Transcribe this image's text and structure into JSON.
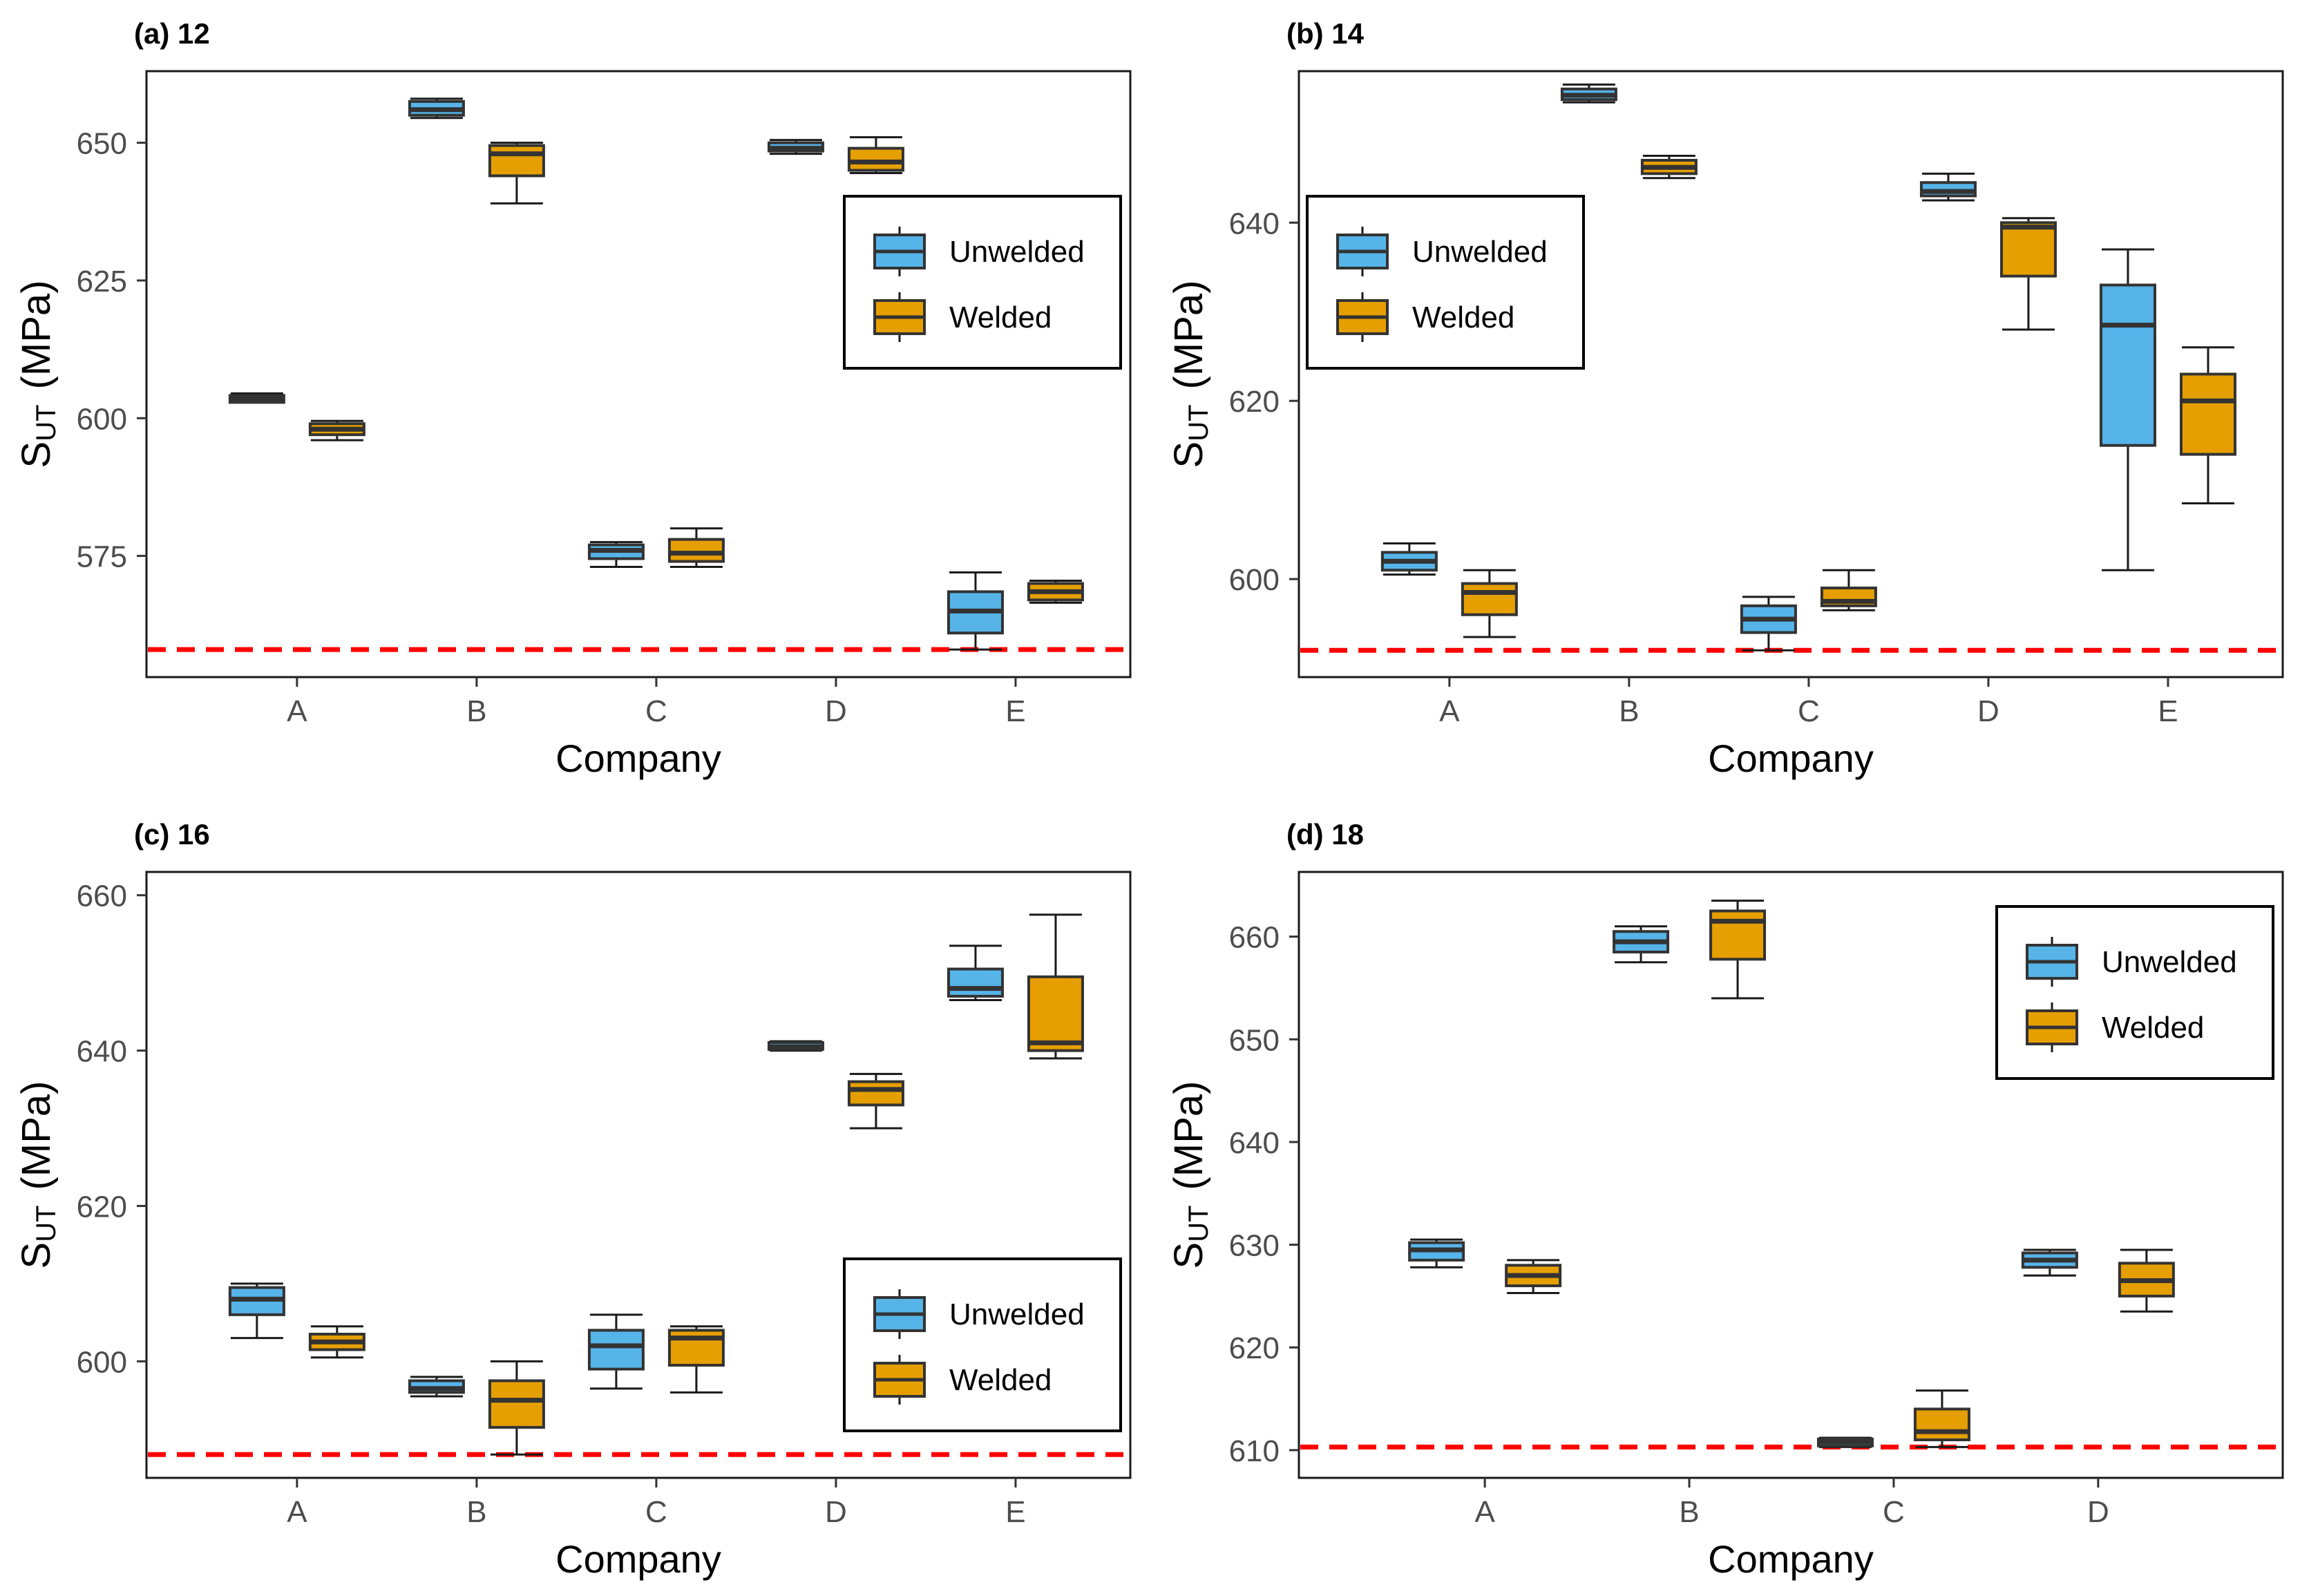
{
  "colors": {
    "unwelded": "#56B4E9",
    "welded": "#E69F00",
    "box_stroke": "#333333",
    "threshold_line": "#FF0000",
    "axis_text": "#4D4D4D"
  },
  "chart_data": [
    {
      "type": "box",
      "panel_title": "(a) 12",
      "xlabel": "Company",
      "ylabel": "S",
      "ylabel_subscript": "UT",
      "ylabel_unit": "(MPa)",
      "categories": [
        "A",
        "B",
        "C",
        "D",
        "E"
      ],
      "ylim": [
        553,
        663
      ],
      "yticks": [
        575,
        600,
        625,
        650
      ],
      "threshold": 558,
      "legend": {
        "placement": "right-middle",
        "entries": [
          "Unwelded",
          "Welded"
        ]
      },
      "series": [
        {
          "name": "Unwelded",
          "boxes": [
            {
              "min": 603,
              "q1": 603,
              "median": 603.5,
              "q3": 604,
              "max": 604.5
            },
            {
              "min": 654.5,
              "q1": 655,
              "median": 656,
              "q3": 657.5,
              "max": 658
            },
            {
              "min": 573,
              "q1": 574.5,
              "median": 576,
              "q3": 577,
              "max": 577.5
            },
            {
              "min": 648,
              "q1": 648.5,
              "median": 649,
              "q3": 650,
              "max": 650.5
            },
            {
              "min": 558,
              "q1": 561,
              "median": 565,
              "q3": 568.5,
              "max": 572
            }
          ]
        },
        {
          "name": "Welded",
          "boxes": [
            {
              "min": 596,
              "q1": 597,
              "median": 598,
              "q3": 599,
              "max": 599.5
            },
            {
              "min": 639,
              "q1": 644,
              "median": 648,
              "q3": 649.5,
              "max": 650
            },
            {
              "min": 573,
              "q1": 574,
              "median": 575.5,
              "q3": 578,
              "max": 580
            },
            {
              "min": 644.5,
              "q1": 645,
              "median": 646.5,
              "q3": 649,
              "max": 651
            },
            {
              "min": 566.5,
              "q1": 567,
              "median": 568.5,
              "q3": 570,
              "max": 570.5
            }
          ]
        }
      ]
    },
    {
      "type": "box",
      "panel_title": "(b) 14",
      "xlabel": "Company",
      "ylabel": "S",
      "ylabel_subscript": "UT",
      "ylabel_unit": "(MPa)",
      "categories": [
        "A",
        "B",
        "C",
        "D",
        "E"
      ],
      "ylim": [
        589,
        657
      ],
      "yticks": [
        600,
        620,
        640
      ],
      "threshold": 592,
      "legend": {
        "placement": "left-middle",
        "entries": [
          "Unwelded",
          "Welded"
        ]
      },
      "series": [
        {
          "name": "Unwelded",
          "boxes": [
            {
              "min": 600.5,
              "q1": 601,
              "median": 602,
              "q3": 603,
              "max": 604
            },
            {
              "min": 653.5,
              "q1": 653.8,
              "median": 654.3,
              "q3": 655,
              "max": 655.5
            },
            {
              "min": 592,
              "q1": 594,
              "median": 595.5,
              "q3": 597,
              "max": 598
            },
            {
              "min": 642.5,
              "q1": 643,
              "median": 643.5,
              "q3": 644.5,
              "max": 645.5
            },
            {
              "min": 601,
              "q1": 615,
              "median": 628.5,
              "q3": 633,
              "max": 637
            }
          ]
        },
        {
          "name": "Welded",
          "boxes": [
            {
              "min": 593.5,
              "q1": 596,
              "median": 598.5,
              "q3": 599.5,
              "max": 601
            },
            {
              "min": 645,
              "q1": 645.5,
              "median": 646.2,
              "q3": 647,
              "max": 647.5
            },
            {
              "min": 596.5,
              "q1": 597,
              "median": 597.5,
              "q3": 599,
              "max": 601
            },
            {
              "min": 628,
              "q1": 634,
              "median": 639.5,
              "q3": 640,
              "max": 640.5
            },
            {
              "min": 608.5,
              "q1": 614,
              "median": 620,
              "q3": 623,
              "max": 626
            }
          ]
        }
      ]
    },
    {
      "type": "box",
      "panel_title": "(c) 16",
      "xlabel": "Company",
      "ylabel": "S",
      "ylabel_subscript": "UT",
      "ylabel_unit": "(MPa)",
      "categories": [
        "A",
        "B",
        "C",
        "D",
        "E"
      ],
      "ylim": [
        585,
        663
      ],
      "yticks": [
        600,
        620,
        640,
        660
      ],
      "threshold": 588,
      "legend": {
        "placement": "bottom-right",
        "entries": [
          "Unwelded",
          "Welded"
        ]
      },
      "series": [
        {
          "name": "Unwelded",
          "boxes": [
            {
              "min": 603,
              "q1": 606,
              "median": 608,
              "q3": 609.5,
              "max": 610
            },
            {
              "min": 595.5,
              "q1": 596,
              "median": 596.5,
              "q3": 597.5,
              "max": 598
            },
            {
              "min": 596.5,
              "q1": 599,
              "median": 602,
              "q3": 604,
              "max": 606
            },
            {
              "min": 640,
              "q1": 640.2,
              "median": 640.5,
              "q3": 641,
              "max": 641.2
            },
            {
              "min": 646.5,
              "q1": 647,
              "median": 648,
              "q3": 650.5,
              "max": 653.5
            }
          ]
        },
        {
          "name": "Welded",
          "boxes": [
            {
              "min": 600.5,
              "q1": 601.5,
              "median": 602.5,
              "q3": 603.5,
              "max": 604.5
            },
            {
              "min": 588,
              "q1": 591.5,
              "median": 595,
              "q3": 597.5,
              "max": 600
            },
            {
              "min": 596,
              "q1": 599.5,
              "median": 603,
              "q3": 604,
              "max": 604.5
            },
            {
              "min": 630,
              "q1": 633,
              "median": 635,
              "q3": 636,
              "max": 637
            },
            {
              "min": 639,
              "q1": 640,
              "median": 641,
              "q3": 649.5,
              "max": 657.5
            }
          ]
        }
      ]
    },
    {
      "type": "box",
      "panel_title": "(d) 18",
      "xlabel": "Company",
      "ylabel": "S",
      "ylabel_subscript": "UT",
      "ylabel_unit": "(MPa)",
      "categories": [
        "A",
        "B",
        "C",
        "D"
      ],
      "ylim": [
        607.3,
        666.3
      ],
      "yticks": [
        610,
        620,
        630,
        640,
        650,
        660
      ],
      "threshold": 610.3,
      "legend": {
        "placement": "top-right",
        "entries": [
          "Unwelded",
          "Welded"
        ]
      },
      "series": [
        {
          "name": "Unwelded",
          "boxes": [
            {
              "min": 627.8,
              "q1": 628.5,
              "median": 629.5,
              "q3": 630.2,
              "max": 630.5
            },
            {
              "min": 657.5,
              "q1": 658.5,
              "median": 659.5,
              "q3": 660.5,
              "max": 661
            },
            {
              "min": 610.3,
              "q1": 610.5,
              "median": 610.8,
              "q3": 611,
              "max": 611.2
            },
            {
              "min": 627,
              "q1": 627.8,
              "median": 628.5,
              "q3": 629.2,
              "max": 629.5
            }
          ]
        },
        {
          "name": "Welded",
          "boxes": [
            {
              "min": 625.3,
              "q1": 626,
              "median": 627,
              "q3": 628,
              "max": 628.5
            },
            {
              "min": 654,
              "q1": 657.8,
              "median": 661.5,
              "q3": 662.5,
              "max": 663.5
            },
            {
              "min": 610.3,
              "q1": 611,
              "median": 611.8,
              "q3": 614,
              "max": 615.8
            },
            {
              "min": 623.5,
              "q1": 625,
              "median": 626.5,
              "q3": 628.2,
              "max": 629.5
            }
          ]
        }
      ]
    }
  ]
}
